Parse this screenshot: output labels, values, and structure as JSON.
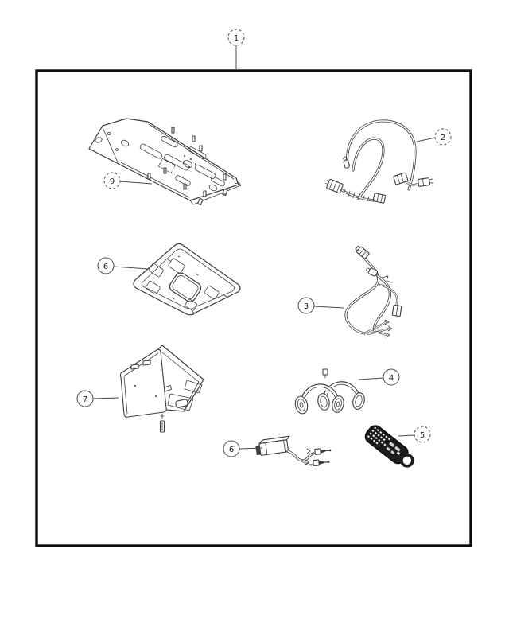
{
  "figure": {
    "type": "exploded-parts-diagram",
    "colors": {
      "ink": "#3d3d3d",
      "border": "#0d0d0d",
      "paper": "#ffffff",
      "remote-fill": "#1b1b1b"
    },
    "callouts": [
      {
        "label": "1",
        "part": "complete-kit-box"
      },
      {
        "label": "9",
        "part": "mounting-bracket"
      },
      {
        "label": "2",
        "part": "wiring-harness"
      },
      {
        "label": "6",
        "part": "overhead-bezel"
      },
      {
        "label": "3",
        "part": "jumper-harness"
      },
      {
        "label": "7",
        "part": "overhead-video-unit"
      },
      {
        "label": "4",
        "part": "headphones-pair"
      },
      {
        "label": "5",
        "part": "remote-control"
      },
      {
        "label": "6",
        "part": "audio-video-adapter"
      }
    ]
  }
}
